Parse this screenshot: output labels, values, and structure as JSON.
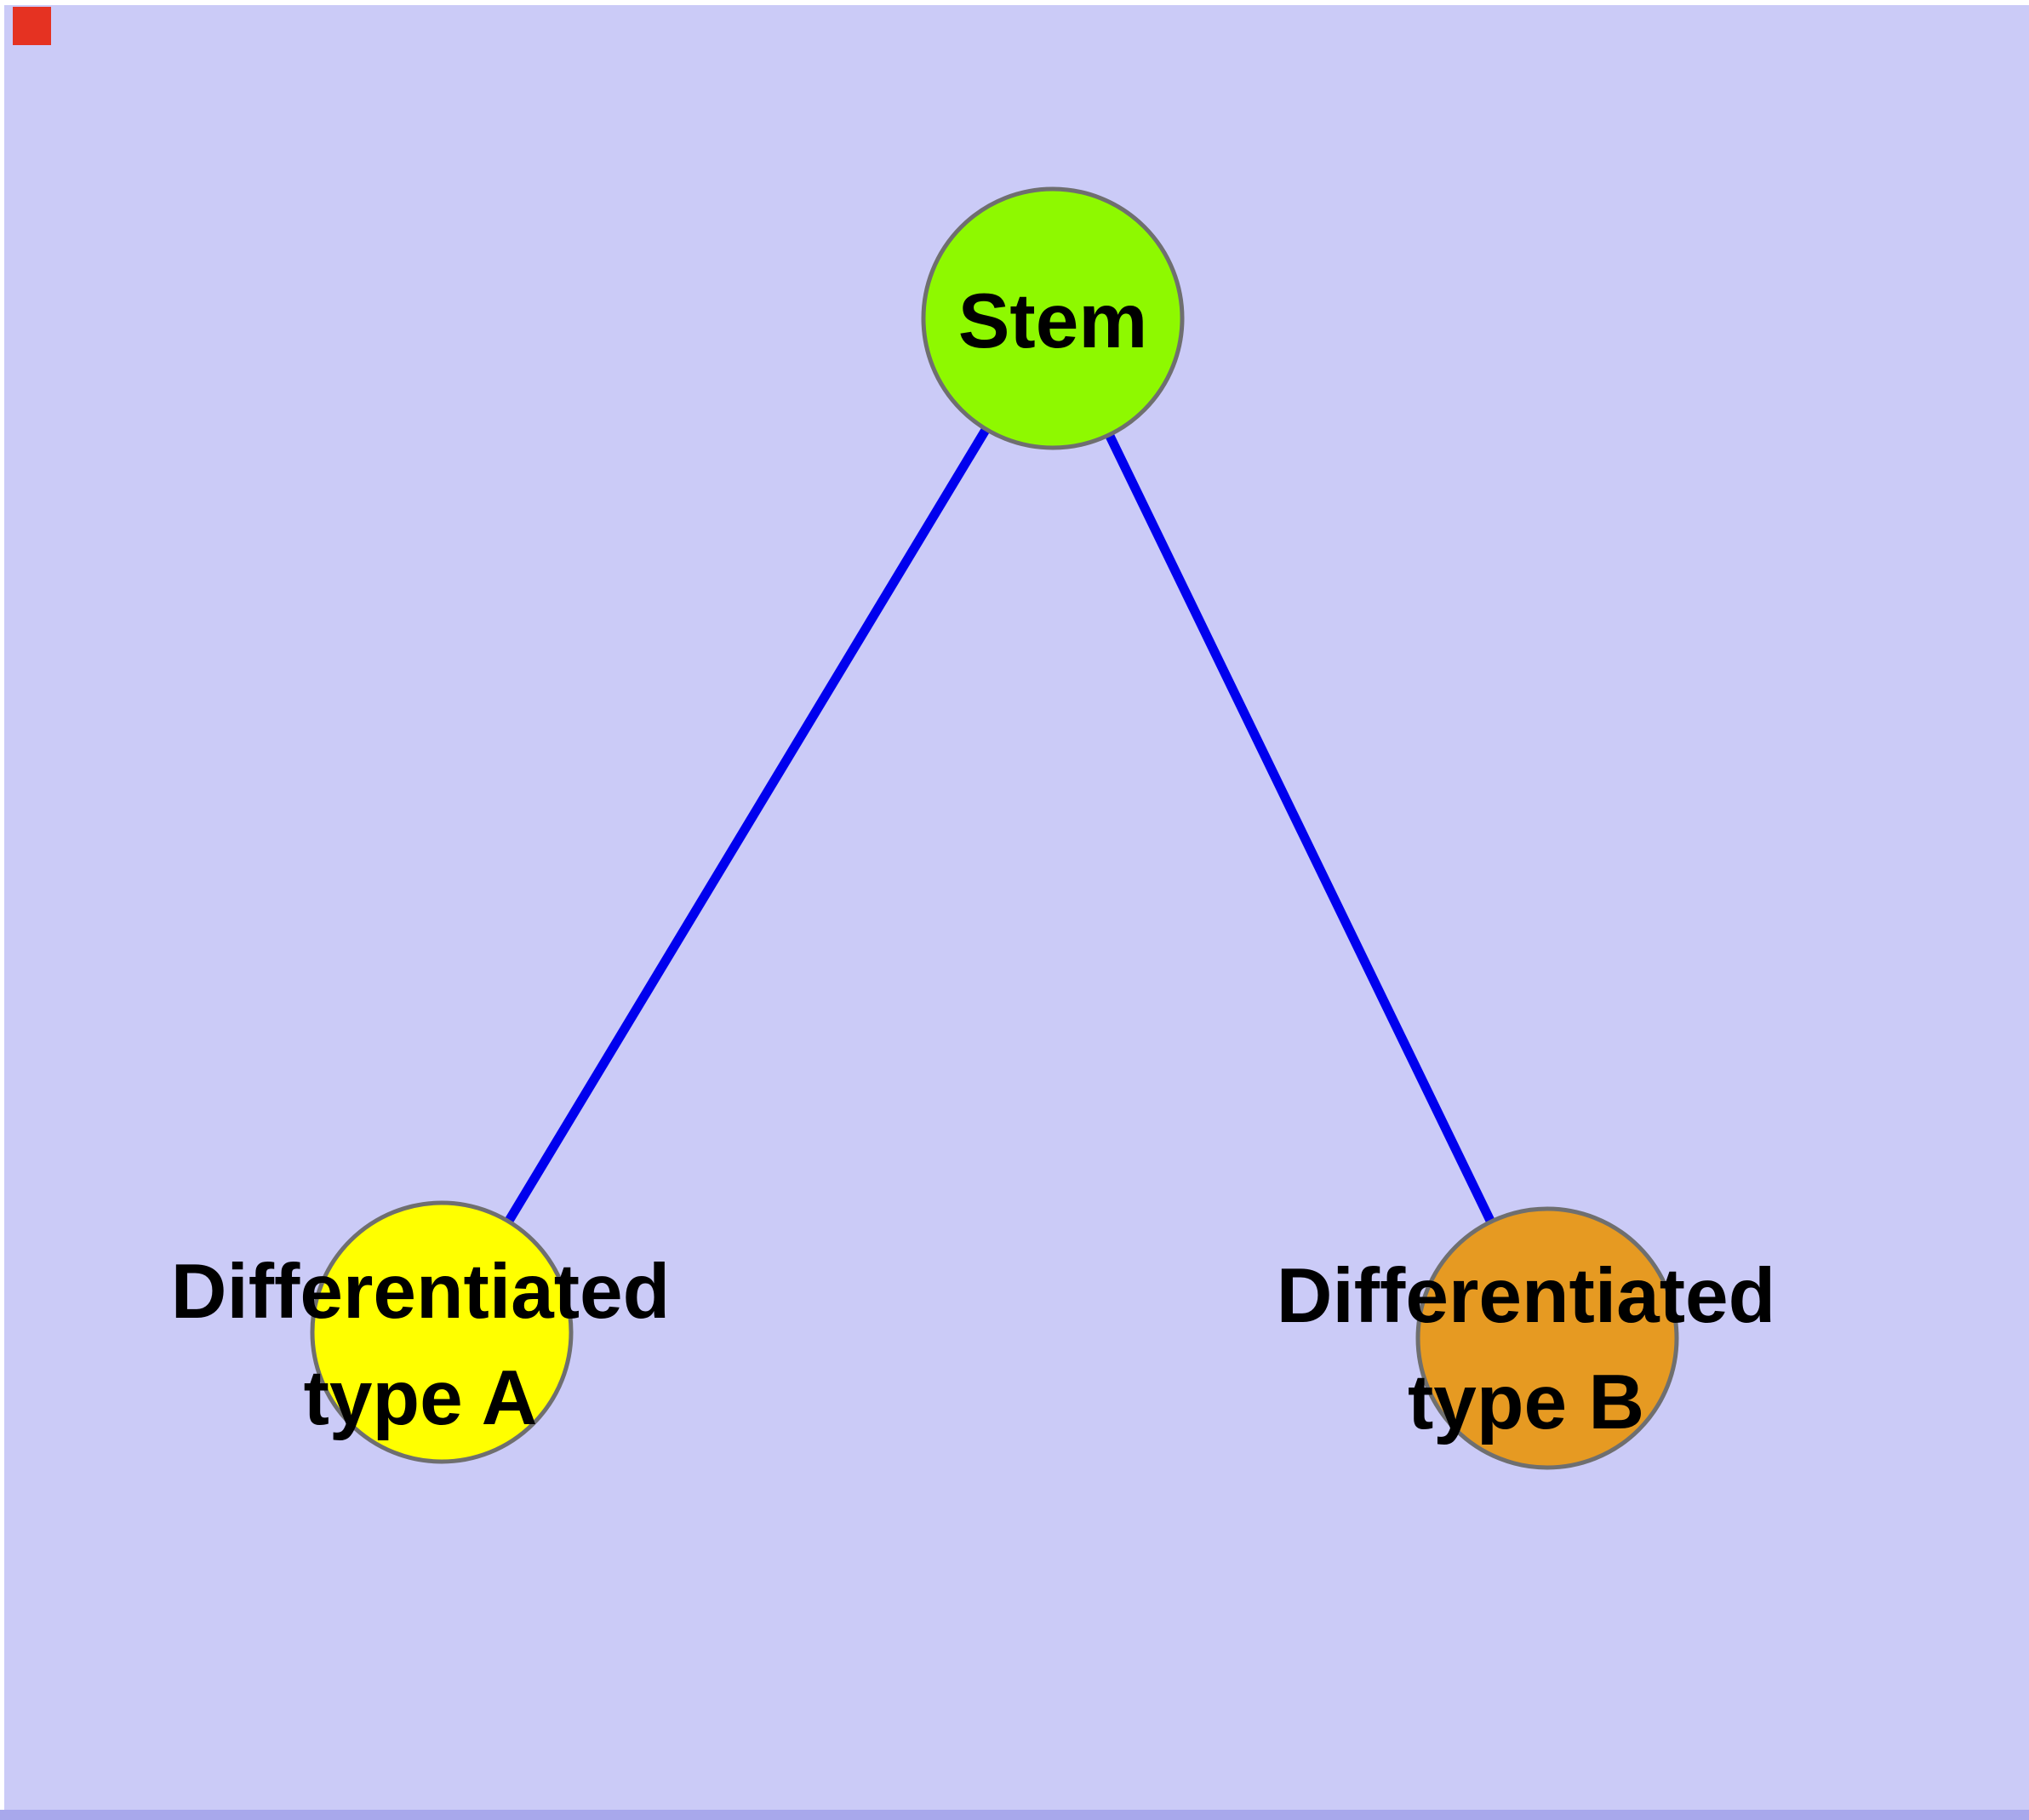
{
  "diagram": {
    "type": "node-link-graph",
    "description": "Cell differentiation graph: a Stem node connected to two differentiated cell type nodes",
    "colors": {
      "background": "#CBCBF7",
      "edge": "#0000EE",
      "node_border": "#6F6F6F",
      "label_text": "#000000",
      "bottom_strip": "#A8A8EC",
      "corner_marker": "#E53222",
      "page_edge": "#FFFFFF"
    },
    "nodes": [
      {
        "id": "stem",
        "label": "Stem",
        "label_lines": [
          "Stem"
        ],
        "color": "#8EF900",
        "shape": "circle"
      },
      {
        "id": "differentiated-type-a",
        "label": "Differentiated type A",
        "label_lines": [
          "Differentiated",
          "type A"
        ],
        "color": "#FFFF00",
        "shape": "circle"
      },
      {
        "id": "differentiated-type-b",
        "label": "Differentiated type B",
        "label_lines": [
          "Differentiated",
          "type B"
        ],
        "color": "#E69A22",
        "shape": "circle"
      }
    ],
    "edges": [
      {
        "from": "Stem",
        "to": "Differentiated type A"
      },
      {
        "from": "Stem",
        "to": "Differentiated type B"
      }
    ]
  }
}
